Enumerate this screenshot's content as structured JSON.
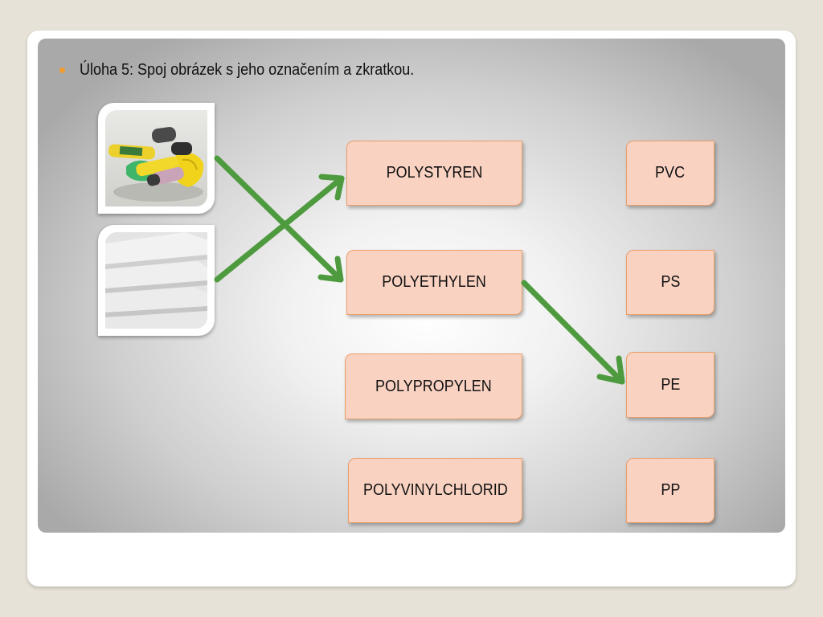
{
  "instruction": "Úloha 5: Spoj obrázek s jeho označením a zkratkou.",
  "colors": {
    "bullet": "#f29a2e",
    "box_fill": "#f9d2c2",
    "box_border": "#e9a06a",
    "arrow": "#4e9a3e"
  },
  "images": [
    {
      "icon": "plastic-bags-photo"
    },
    {
      "icon": "polystyrene-sheets-photo"
    }
  ],
  "names": [
    "POLYSTYREN",
    "POLYETHYLEN",
    "POLYPROPYLEN",
    "POLYVINYLCHLORID"
  ],
  "abbreviations": [
    "PVC",
    "PS",
    "PE",
    "PP"
  ],
  "connections": [
    {
      "from": "plastic-bags-photo",
      "to": "POLYETHYLEN"
    },
    {
      "from": "polystyrene-sheets-photo",
      "to": "POLYSTYREN"
    },
    {
      "from": "POLYETHYLEN",
      "to": "PE"
    }
  ]
}
